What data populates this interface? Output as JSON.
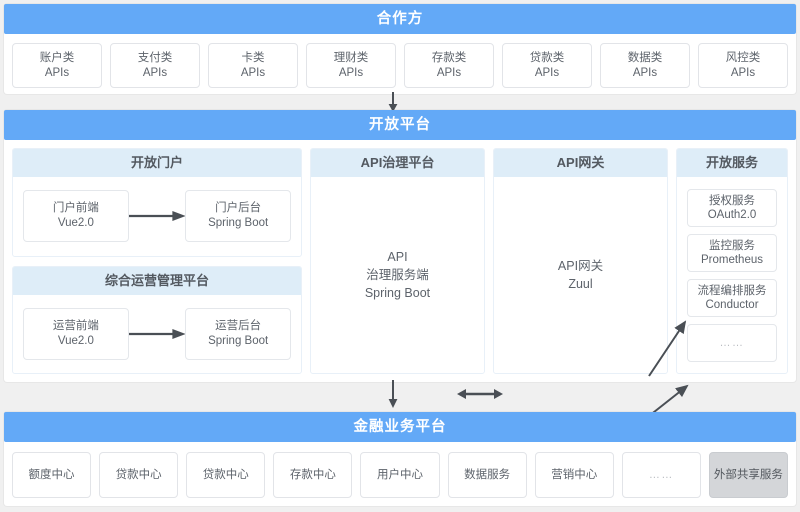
{
  "partner": {
    "band_label": "合作方",
    "apis": [
      {
        "zh": "账户类",
        "en": "APIs"
      },
      {
        "zh": "支付类",
        "en": "APIs"
      },
      {
        "zh": "卡类",
        "en": "APIs"
      },
      {
        "zh": "理财类",
        "en": "APIs"
      },
      {
        "zh": "存款类",
        "en": "APIs"
      },
      {
        "zh": "贷款类",
        "en": "APIs"
      },
      {
        "zh": "数据类",
        "en": "APIs"
      },
      {
        "zh": "风控类",
        "en": "APIs"
      }
    ]
  },
  "platform": {
    "band_label": "开放平台",
    "portal": {
      "title": "开放门户",
      "front": {
        "zh": "门户前端",
        "en": "Vue2.0"
      },
      "back": {
        "zh": "门户后台",
        "en": "Spring Boot"
      }
    },
    "operation": {
      "title": "综合运营管理平台",
      "front": {
        "zh": "运营前端",
        "en": "Vue2.0"
      },
      "back": {
        "zh": "运营后台",
        "en": "Spring Boot"
      }
    },
    "governance": {
      "title": "API治理平台",
      "line1": "API",
      "line2": "治理服务端",
      "line3": "Spring Boot"
    },
    "gateway": {
      "title": "API网关",
      "line1": "API网关",
      "line2": "Zuul"
    },
    "services": {
      "title": "开放服务",
      "items": [
        {
          "zh": "授权服务",
          "en": "OAuth2.0"
        },
        {
          "zh": "监控服务",
          "en": "Prometheus"
        },
        {
          "zh": "流程编排服务",
          "en": "Conductor"
        },
        {
          "zh": "……",
          "en": ""
        }
      ]
    }
  },
  "finance": {
    "band_label": "金融业务平台",
    "items": [
      {
        "label": "额度中心",
        "shared": false
      },
      {
        "label": "贷款中心",
        "shared": false
      },
      {
        "label": "贷款中心",
        "shared": false
      },
      {
        "label": "存款中心",
        "shared": false
      },
      {
        "label": "用户中心",
        "shared": false
      },
      {
        "label": "数据服务",
        "shared": false
      },
      {
        "label": "营销中心",
        "shared": false
      },
      {
        "label": "……",
        "shared": false
      },
      {
        "label": "外部共享服务",
        "shared": true
      }
    ]
  },
  "colors": {
    "band_blue": "#63a9f7",
    "panel_header_blue": "#deedf8",
    "page_bg": "#f0f0f0",
    "box_border": "#e2e4e8",
    "arrow": "#4a4f55",
    "shared_gray": "#d4d6d9"
  }
}
